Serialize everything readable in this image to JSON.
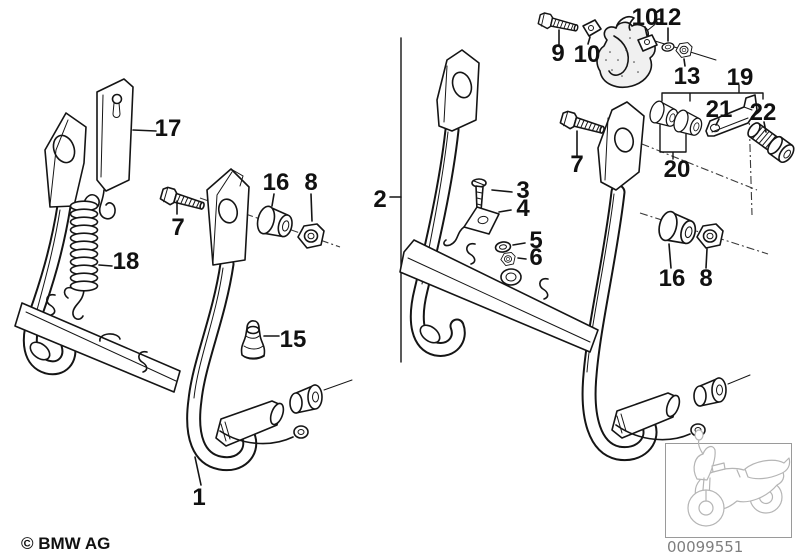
{
  "page": {
    "copyright": "© BMW AG",
    "image_number": "00099551",
    "colors": {
      "line": "#151515",
      "background": "#ffffff",
      "thumbnail_line": "#b5b5b5",
      "image_number_text": "#7e7e7e"
    }
  },
  "callouts": {
    "left": [
      "17",
      "18",
      "7",
      "16",
      "8",
      "15",
      "1"
    ],
    "right": [
      "2",
      "9",
      "10",
      "10",
      "12",
      "13",
      "19",
      "20",
      "21",
      "22",
      "7",
      "3",
      "4",
      "5",
      "6",
      "16",
      "8"
    ]
  },
  "icons": {
    "thumbnail": "motorcycle-icon"
  }
}
